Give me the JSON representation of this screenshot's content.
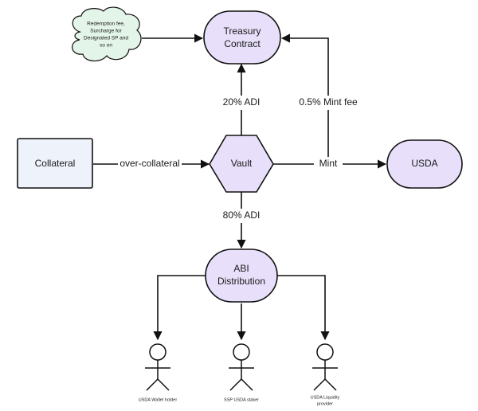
{
  "nodes": {
    "treasury": {
      "line1": "Treasury",
      "line2": "Contract"
    },
    "cloud": {
      "line1": "Redemption fee,",
      "line2": "Surcharge for",
      "line3": "Designated SP and",
      "line4": "so on"
    },
    "collateral": {
      "label": "Collateral"
    },
    "vault": {
      "label": "Vault"
    },
    "usda": {
      "label": "USDA"
    },
    "abi": {
      "line1": "ABI",
      "line2": "Distribution"
    }
  },
  "edges": {
    "over_collateral": "over-collateral",
    "adi_20": "20% ADI",
    "mint_fee": "0.5% Mint fee",
    "mint": "Mint",
    "adi_80": "80% ADI"
  },
  "actors": [
    {
      "label": "USDA Wallet holder"
    },
    {
      "label": "SSP USDA staker"
    },
    {
      "label_line1": "USDA Liquidity",
      "label_line2": "provider"
    }
  ],
  "colors": {
    "purple_fill": "#e8e0fb",
    "node_stroke": "#111111",
    "collateral_fill": "#eef2fb",
    "cloud_fill": "#e3f4e8",
    "edge": "#111111"
  }
}
